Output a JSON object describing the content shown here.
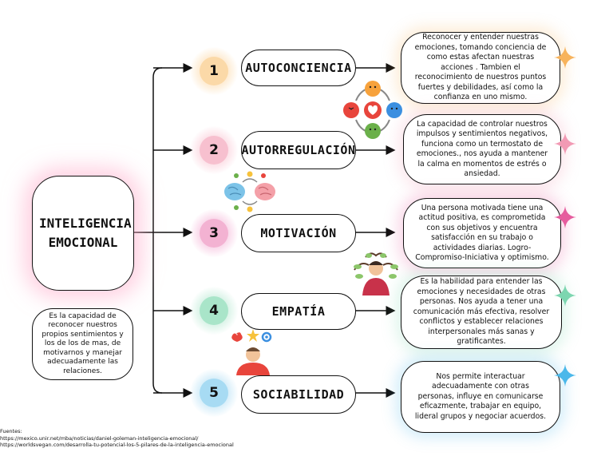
{
  "title": "INTELIGENCIA EMOCIONAL",
  "definition": "Es la capacidad de reconocer nuestros propios sentimientos y los de los de mas, de motivarnos y manejar adecuadamente las relaciones.",
  "colors": {
    "orange": "#f7b35c",
    "pink": "#f29ab4",
    "magenta": "#e65c9e",
    "green": "#7dd6b0",
    "blue": "#4ab8ea"
  },
  "pillars": [
    {
      "number": "1",
      "label": "AUTOCONCIENCIA",
      "description": "Reconocer y entender nuestras emociones, tomando conciencia de como estas afectan nuestras acciones . Tambien el reconocimiento de nuestros puntos fuertes y debilidades, así como la confianza en uno mismo."
    },
    {
      "number": "2",
      "label": "AUTORREGULACIÓN",
      "description": "La capacidad de controlar nuestros impulsos y sentimientos negativos, funciona como un termostato de emociones., nos ayuda a mantener la calma en momentos de estrés o ansiedad."
    },
    {
      "number": "3",
      "label": "MOTIVACIÓN",
      "description": "Una persona motivada tiene una actitud positiva, es comprometida con sus objetivos y encuentra satisfacción en su trabajo o actividades diarias. Logro-Compromiso-Iniciativa y optimismo."
    },
    {
      "number": "4",
      "label": "EMPATÍA",
      "description": "Es la habilidad para entender las emociones y necesidades de otras personas. Nos ayuda a tener una comunicación más efectiva, resolver conflictos y establecer relaciones interpersonales más sanas y gratificantes."
    },
    {
      "number": "5",
      "label": "SOCIABILIDAD",
      "description": "Nos permite interactuar adecuadamente con otras personas, influye en comunicarse eficazmente, trabajar en equipo, lideral grupos y negociar acuerdos."
    }
  ],
  "sources": {
    "label": "Fuentes:",
    "links": [
      "https://mexico.unir.net/mba/noticias/daniel-goleman-inteligencia-emocional/",
      "https://worldsvegan.com/desarrolla-tu-potencial-los-5-pilares-de-la-inteligencia-emocional"
    ]
  },
  "illustrations": [
    "emotions-cycle-icon",
    "brains-icon",
    "thinking-person-icon",
    "ideas-person-icon"
  ]
}
